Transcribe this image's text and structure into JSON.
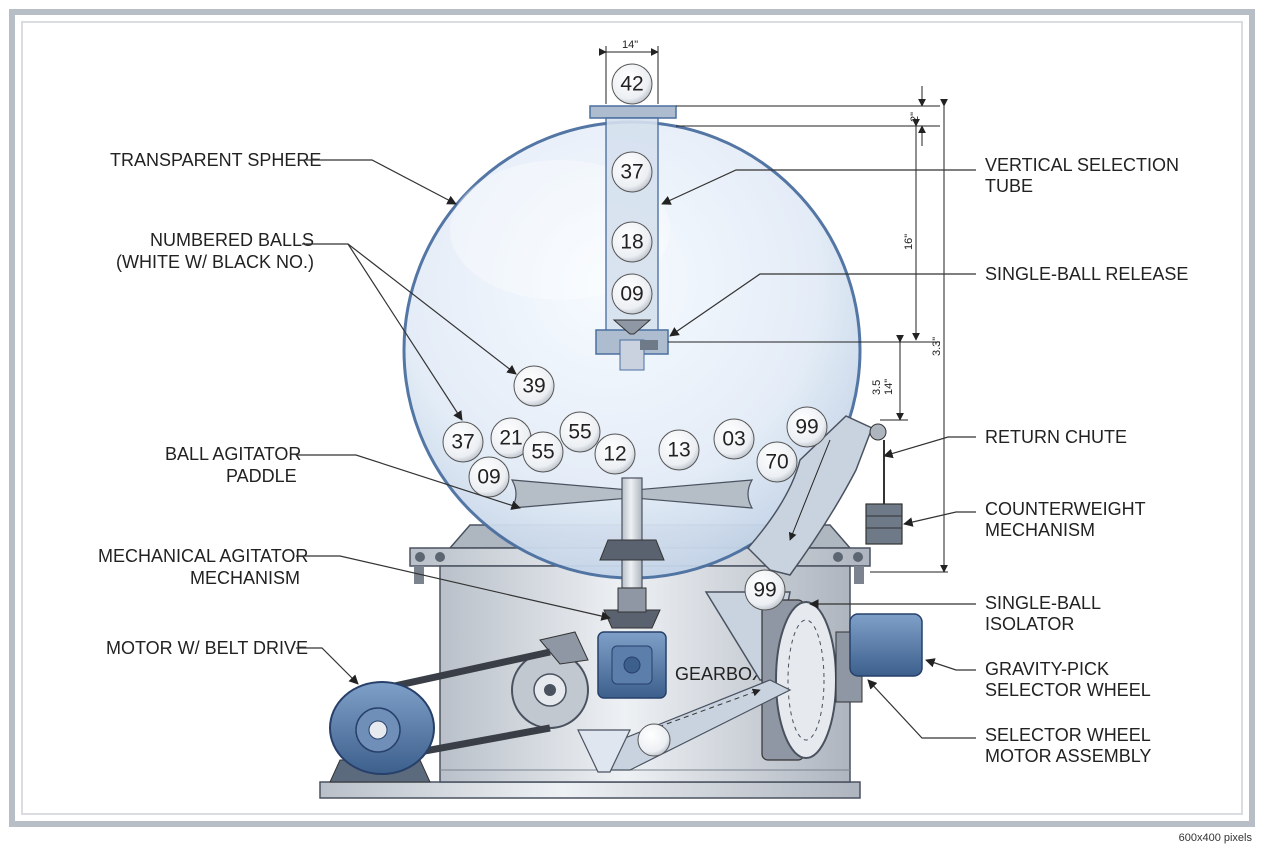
{
  "labels": {
    "transparent_sphere": "TRANSPARENT SPHERE",
    "numbered_balls_1": "NUMBERED BALLS",
    "numbered_balls_2": "(WHITE W/ BLACK NO.)",
    "ball_agitator_1": "BALL AGITATOR",
    "ball_agitator_2": "PADDLE",
    "mech_agitator_1": "MECHANICAL AGITATOR",
    "mech_agitator_2": "MECHANISM",
    "motor_belt": "MOTOR W/ BELT DRIVE",
    "vertical_tube_1": "VERTICAL SELECTION",
    "vertical_tube_2": "TUBE",
    "single_ball_release": "SINGLE-BALL RELEASE",
    "return_chute": "RETURN CHUTE",
    "counterweight_1": "COUNTERWEIGHT",
    "counterweight_2": "MECHANISM",
    "isolator_1": "SINGLE-BALL",
    "isolator_2": "ISOLATOR",
    "gravity_pick_1": "GRAVITY-PICK",
    "gravity_pick_2": "SELECTOR WHEEL",
    "selector_motor_1": "SELECTOR WHEEL",
    "selector_motor_2": "MOTOR ASSEMBLY",
    "gearbox": "GEARBOX"
  },
  "dimensions": {
    "tube_width": "14\"",
    "top_gap": "2\"",
    "tube_height": "16\"",
    "overall": "3.3\"",
    "release_a": "3.5",
    "release_b": "14\""
  },
  "balls": {
    "top": "42",
    "tube_1": "37",
    "tube_2": "18",
    "tube_3": "09",
    "floating": "39",
    "b1": "37",
    "b2": "21",
    "b3": "55",
    "b4": "55",
    "b5": "12",
    "b6": "13",
    "b7": "03",
    "b8": "99",
    "b9": "70",
    "b10": "09",
    "isolator": "99"
  },
  "footer": "600x400 pixels",
  "colors": {
    "accent": "#4a6fa0",
    "frame": "#b8bec6",
    "metal": "#c9ced6",
    "sphere": "#dfe9f5"
  }
}
